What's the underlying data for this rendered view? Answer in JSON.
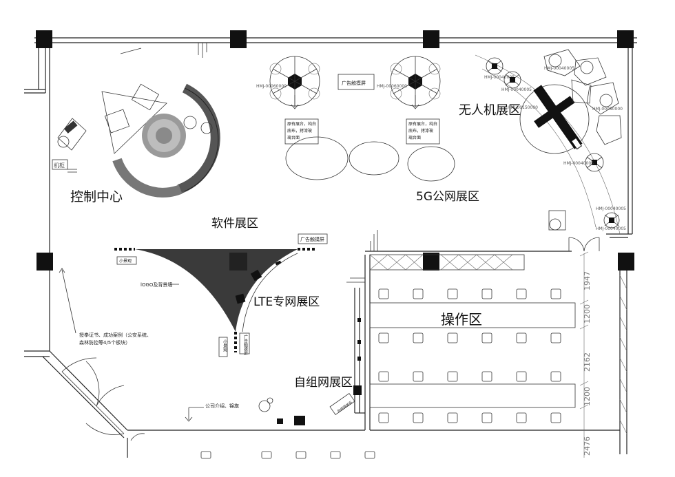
{
  "zones": {
    "control_center": "控制中心",
    "software": "软件展区",
    "public_5g": "5G公网展区",
    "drone": "无人机展区",
    "lte_private": "LTE专网展区",
    "operation": "操作区",
    "adhoc": "自组网展区"
  },
  "labels": {
    "cabinet": "机柜",
    "ad_screen_top": "广告触摸屏",
    "ad_screen_mid": "广告触摸屏",
    "ad_screen_low": "广告触摸屏",
    "small_scene": "小景观",
    "logo_wall": "lOGO及背景墙",
    "booth_note_1": [
      "原有展台，纯白",
      "底布，拷漆玻",
      "璃台面"
    ],
    "booth_note_2": [
      "原有展台，纯白",
      "底布，拷漆玻",
      "璃台面"
    ],
    "cert_note": [
      "授拳证书、成功案例（公安系统、",
      "森林防控等4/5个板块）"
    ],
    "company_intro": "公司介绍、锦旗",
    "adhoc_stand": "自组网单兵",
    "kiosk": "小景观"
  },
  "model_codes": {
    "hmj_a": "HMJ-00060000",
    "hmj_b": "HMJ-00060000",
    "r1": "HMJ-00040005",
    "r2": "HMJ-00040005",
    "r3": "HMJ-00040005",
    "r4": "HMJ-00150000",
    "r5": "HMJ-00040005",
    "r6": "HMJ-00080000",
    "r7": "HMJ-00040005",
    "r8": "HMJ-00040005"
  },
  "dimensions": {
    "d1": "1947",
    "d2": "1200",
    "d3": "2162",
    "d4": "1200",
    "d5": "2476"
  },
  "colors": {
    "line": "#222222",
    "fill_dark": "#111111",
    "logo_wall": "#3a3a3a"
  }
}
